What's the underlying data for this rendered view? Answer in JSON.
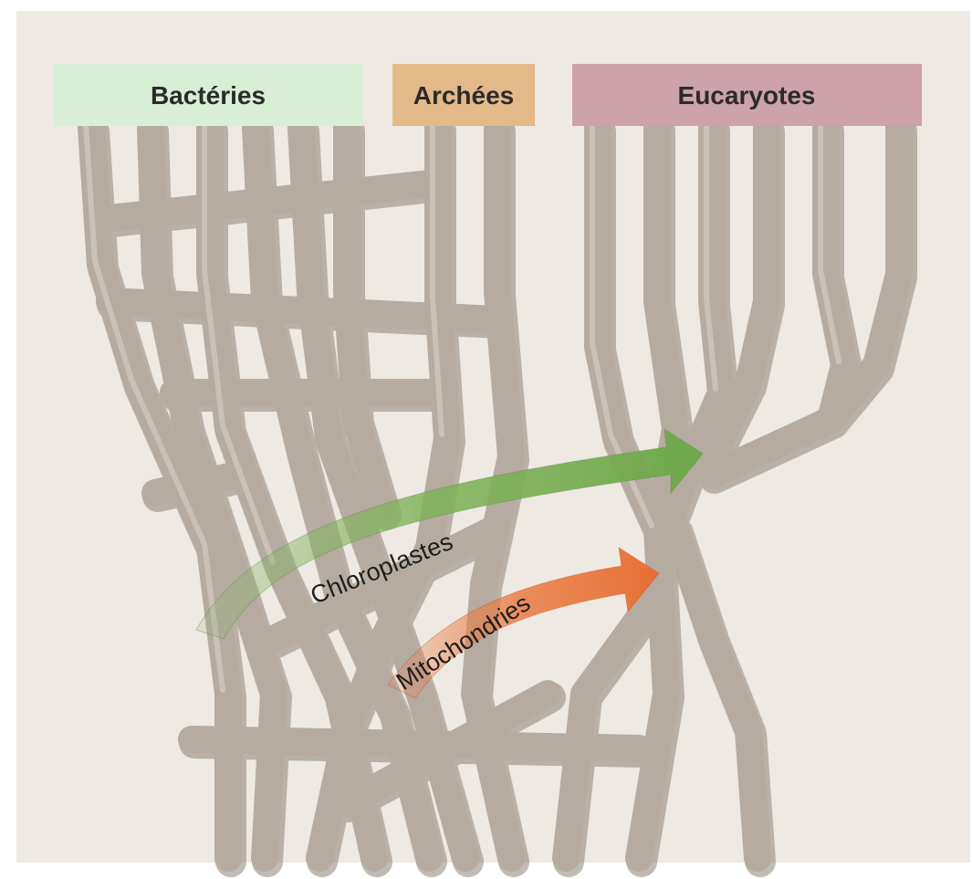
{
  "domains": {
    "bacteria": {
      "label": "Bactéries",
      "color": "#d9eed6"
    },
    "archaea": {
      "label": "Archées",
      "color": "#e3b98a"
    },
    "eukaryotes": {
      "label": "Eucaryotes",
      "color": "#cda2ab"
    }
  },
  "transfers": {
    "chloroplasts": {
      "label": "Chloroplastes",
      "color": "#7fb35a"
    },
    "mitochondria": {
      "label": "Mitochondries",
      "color": "#ea7b43"
    }
  },
  "colors": {
    "background": "#efe9e3",
    "branch": "#b5aba0",
    "branch_shadow": "#8e8478"
  }
}
